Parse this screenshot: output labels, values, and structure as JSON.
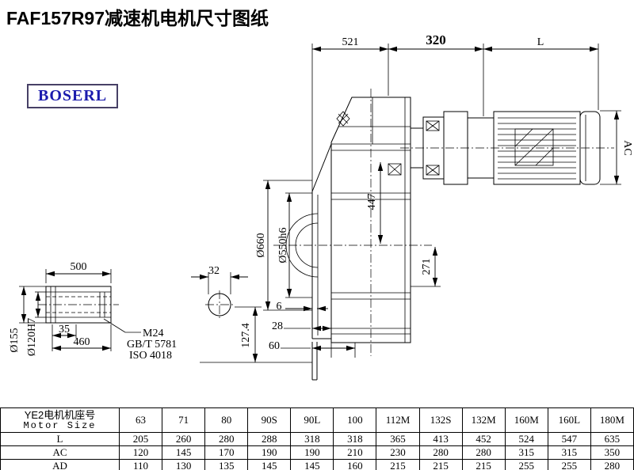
{
  "page": {
    "title": "FAF157R97减速机电机尺寸图纸",
    "logo": "BOSERL"
  },
  "colors": {
    "logo_blue": "#1b1bad",
    "line_black": "#000000"
  },
  "dims": {
    "top_521": "521",
    "top_320": "320",
    "top_L": "L",
    "right_AC": "AC",
    "mid_447": "447",
    "flange_660": "Ø660",
    "flange_550": "Ø550h6",
    "right_271": "271",
    "shaft_500": "500",
    "shaft_35": "35",
    "shaft_460": "460",
    "shaft_155": "Ø155",
    "shaft_120": "Ø120H7",
    "note_m24": "M24",
    "note_gbt": "GB/T 5781",
    "note_iso": "ISO 4018",
    "section_32": "32",
    "foot_6": "6",
    "foot_28": "28",
    "foot_60": "60",
    "foot_127": "127.4"
  },
  "table": {
    "header_line1": "YE2电机机座号",
    "header_line2": "Motor Size",
    "columns": [
      "63",
      "71",
      "80",
      "90S",
      "90L",
      "100",
      "112M",
      "132S",
      "132M",
      "160M",
      "160L",
      "180M"
    ],
    "rows": [
      {
        "label": "L",
        "values": [
          "205",
          "260",
          "280",
          "288",
          "318",
          "318",
          "365",
          "413",
          "452",
          "524",
          "547",
          "635"
        ]
      },
      {
        "label": "AC",
        "values": [
          "120",
          "145",
          "170",
          "190",
          "190",
          "210",
          "230",
          "280",
          "280",
          "315",
          "315",
          "350"
        ]
      },
      {
        "label": "AD",
        "values": [
          "110",
          "130",
          "135",
          "145",
          "145",
          "160",
          "215",
          "215",
          "215",
          "255",
          "255",
          "280"
        ]
      }
    ]
  }
}
